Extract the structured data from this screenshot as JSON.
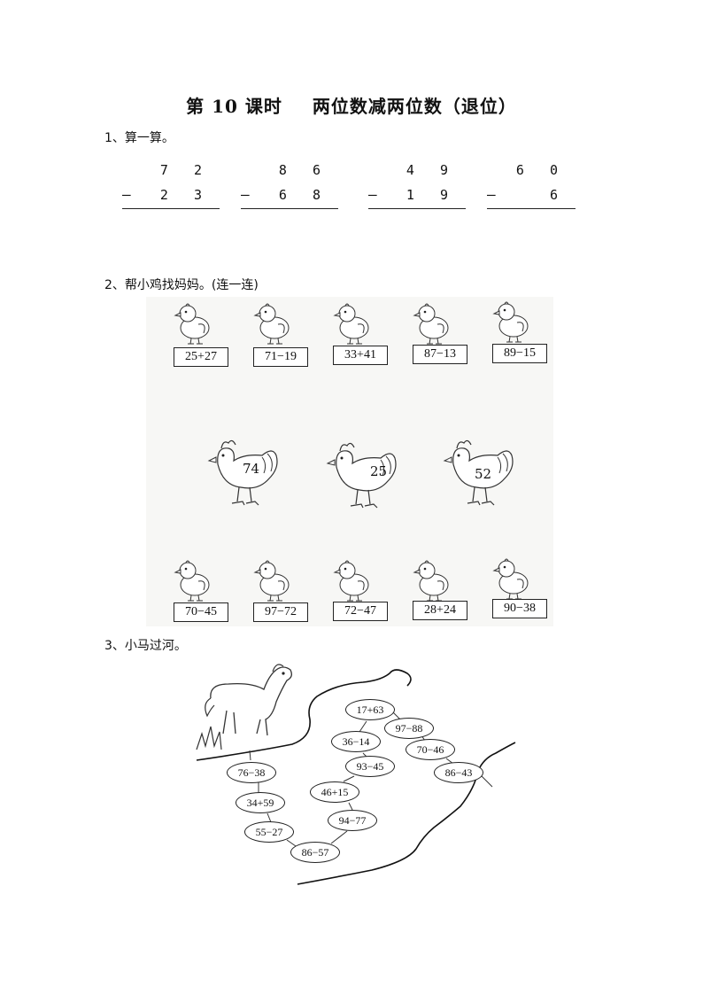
{
  "title": {
    "lesson": "第 10 课时",
    "topic": "两位数减两位数（退位）"
  },
  "q1": {
    "heading": "1、算一算。",
    "problems": [
      {
        "top": "7 2",
        "bottom": "2 3",
        "minus": "—"
      },
      {
        "top": "8 6",
        "bottom": "6 8",
        "minus": "—"
      },
      {
        "top": "4 9",
        "bottom": "1 9",
        "minus": "—"
      },
      {
        "top": "6 0",
        "bottom": "6",
        "minus": "—"
      }
    ]
  },
  "q2": {
    "heading": "2、帮小鸡找妈妈。(连一连)",
    "top_chicks": [
      "25+27",
      "71−19",
      "33+41",
      "87−13",
      "89−15"
    ],
    "hens": [
      "74",
      "25",
      "52"
    ],
    "bottom_chicks": [
      "70−45",
      "97−72",
      "72−47",
      "28+24",
      "90−38"
    ]
  },
  "q3": {
    "heading": "3、小马过河。",
    "stones": [
      "17+63",
      "97−88",
      "36−14",
      "70−46",
      "93−45",
      "86−43",
      "76−38",
      "46+15",
      "34+59",
      "94−77",
      "55−27",
      "86−57"
    ]
  }
}
